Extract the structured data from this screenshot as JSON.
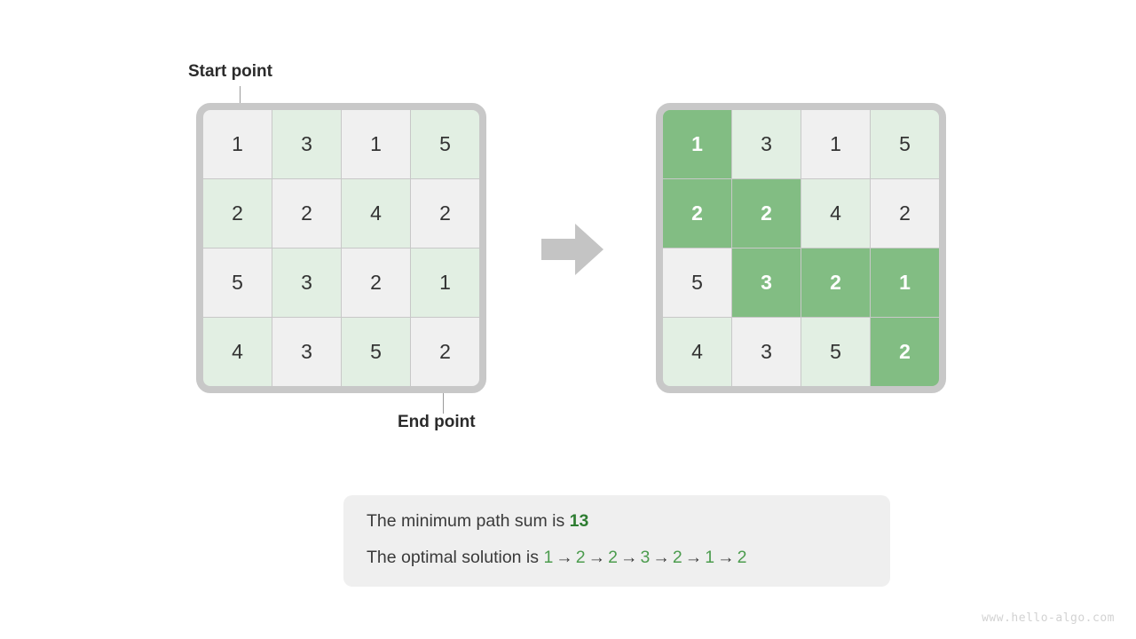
{
  "labels": {
    "start": "Start point",
    "end": "End point"
  },
  "grid_left": {
    "rows": [
      [
        "1",
        "3",
        "1",
        "5"
      ],
      [
        "2",
        "2",
        "4",
        "2"
      ],
      [
        "5",
        "3",
        "2",
        "1"
      ],
      [
        "4",
        "3",
        "5",
        "2"
      ]
    ],
    "shading": [
      [
        "plain",
        "tint",
        "plain",
        "tint"
      ],
      [
        "tint",
        "plain",
        "tint",
        "plain"
      ],
      [
        "plain",
        "tint",
        "plain",
        "tint"
      ],
      [
        "tint",
        "plain",
        "tint",
        "plain"
      ]
    ]
  },
  "grid_right": {
    "rows": [
      [
        "1",
        "3",
        "1",
        "5"
      ],
      [
        "2",
        "2",
        "4",
        "2"
      ],
      [
        "5",
        "3",
        "2",
        "1"
      ],
      [
        "4",
        "3",
        "5",
        "2"
      ]
    ],
    "shading": [
      [
        "path",
        "tint",
        "plain",
        "tint"
      ],
      [
        "path",
        "path",
        "tint",
        "plain"
      ],
      [
        "plain",
        "path",
        "path",
        "path"
      ],
      [
        "tint",
        "plain",
        "tint",
        "path"
      ]
    ]
  },
  "arrow": {
    "icon": "right-block-arrow-icon",
    "color": "#c4c4c4"
  },
  "result": {
    "line1_prefix": "The minimum path sum is ",
    "sum": "13",
    "line2_prefix": "The optimal solution is ",
    "path": [
      "1",
      "2",
      "2",
      "3",
      "2",
      "1",
      "2"
    ],
    "arrow_glyph": "→"
  },
  "watermark": "www.hello-algo.com",
  "colors": {
    "cell_plain": "#f0f0f0",
    "cell_tint": "#e2efe3",
    "cell_path": "#82bd83",
    "frame": "#c8c8c8",
    "accent_green": "#4c9c4e",
    "sum_green": "#2e7d32",
    "text": "#333333",
    "box_bg": "#efefef"
  }
}
